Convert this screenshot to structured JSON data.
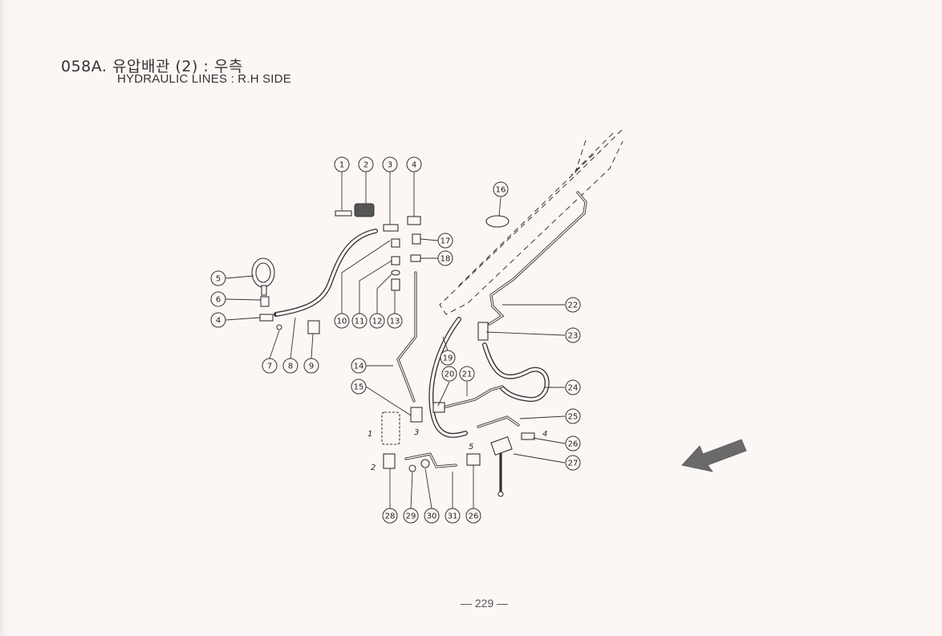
{
  "header": {
    "title": "058A. 유압배관 (2) : 우측",
    "subtitle": "HYDRAULIC LINES : R.H SIDE"
  },
  "footer": {
    "page_number": "— 229 —"
  },
  "callouts": [
    "1",
    "2",
    "3",
    "4",
    "5",
    "6",
    "4",
    "7",
    "8",
    "9",
    "10",
    "11",
    "12",
    "13",
    "14",
    "15",
    "16",
    "17",
    "18",
    "19",
    "20",
    "21",
    "22",
    "23",
    "24",
    "25",
    "26",
    "27",
    "28",
    "29",
    "30",
    "31",
    "26"
  ],
  "small_labels": [
    "1",
    "3",
    "2",
    "5",
    "4"
  ],
  "icons": {
    "direction": "arrow-icon"
  }
}
